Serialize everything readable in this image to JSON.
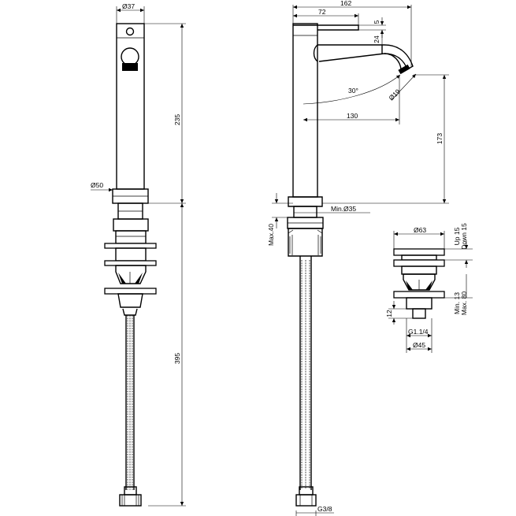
{
  "dims": {
    "front_body_dia": "Ø37",
    "front_height": "235",
    "base_dia": "Ø50",
    "hose_length": "395",
    "side_overall": "162",
    "side_72": "72",
    "side_5": "5",
    "side_24": "24",
    "angle": "30°",
    "outlet_dia": "Ø19",
    "reach": "130",
    "spout_height": "173",
    "min_hole": "Min.Ø35",
    "max_deck": "Max.40",
    "hose_thread": "G3/8",
    "waste_top_dia": "Ø63",
    "up": "Up 15",
    "down": "Down 15",
    "min_13": "Min. 13",
    "max_80": "Max. 80",
    "dim_12": "12",
    "waste_thread": "G1.1/4",
    "waste_bottom_dia": "Ø45"
  }
}
